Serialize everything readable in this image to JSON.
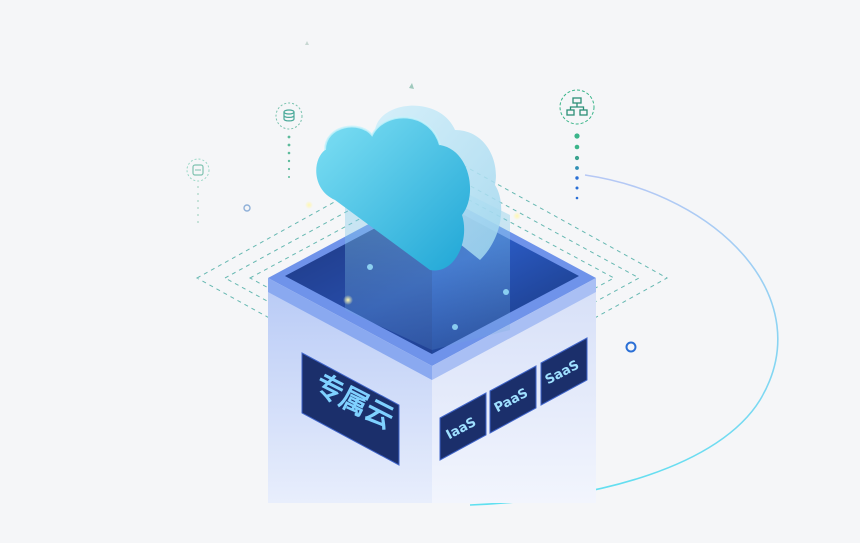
{
  "labels": {
    "main": "专属云",
    "iaas": "IaaS",
    "paas": "PaaS",
    "saas": "SaaS"
  },
  "icons": {
    "left_small": "server-icon",
    "left_mid": "database-icon",
    "right": "network-topology-icon"
  },
  "colors": {
    "background": "#f5f6f8",
    "tower_light": "#dfe6fb",
    "tower_shadow": "#b9c8f3",
    "rim_blue": "#5f86e8",
    "label_navy": "#1b2f6b",
    "label_text": "#7fd1ff",
    "cloud": "#45c7ea",
    "accent_green": "#3bb58a",
    "accent_blue": "#2a6fd6",
    "dash": "#43a9a0"
  }
}
